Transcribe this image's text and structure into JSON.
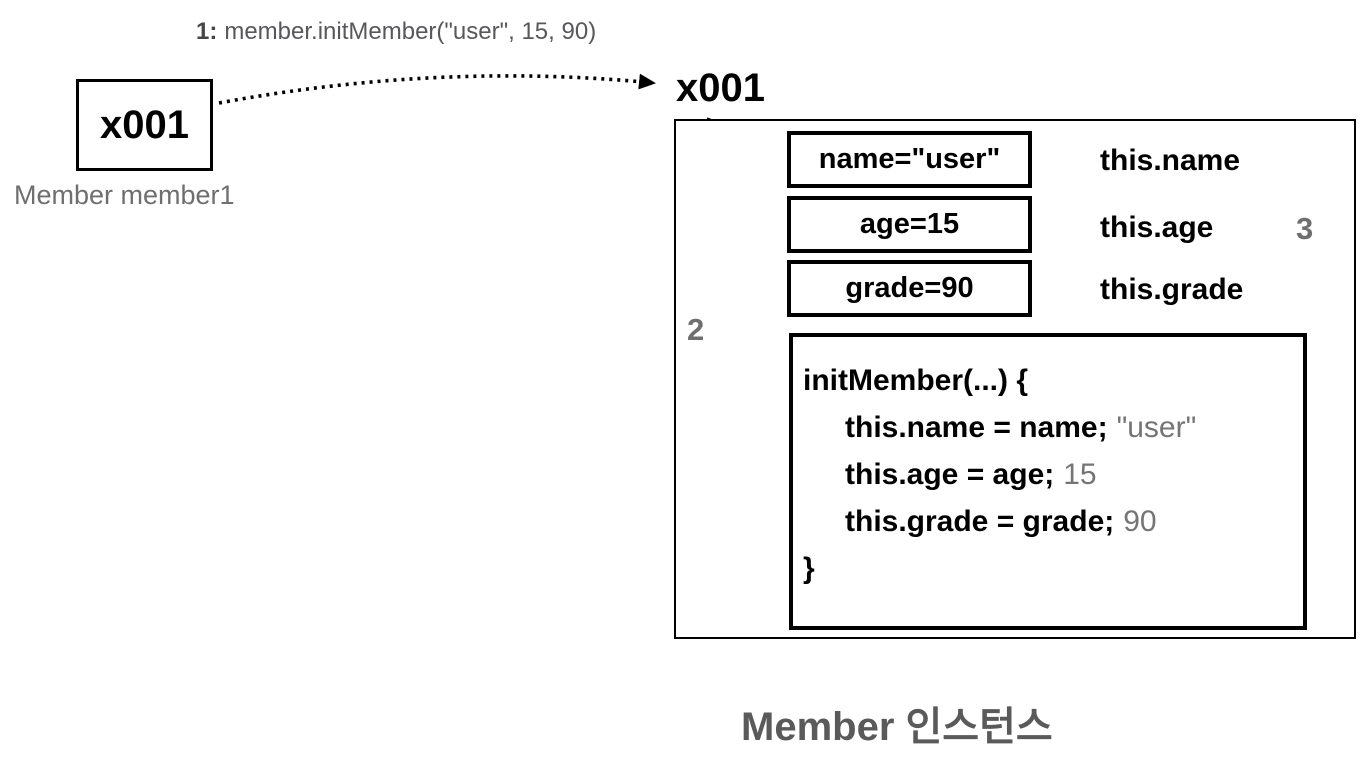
{
  "annotation": {
    "step": "1:",
    "call": "member.initMember(\"user\", 15, 90)"
  },
  "reference": {
    "address": "x001",
    "variable_label": "Member member1"
  },
  "instance": {
    "address": "x001",
    "fields": [
      {
        "label": "name=\"user\""
      },
      {
        "label": "age=15"
      },
      {
        "label": "grade=90"
      }
    ],
    "pointers": [
      "this.name",
      "this.age",
      "this.grade"
    ],
    "method": {
      "header": "initMember(...) {",
      "lines": [
        {
          "code": "this.name = name;",
          "value": "\"user\""
        },
        {
          "code": "this.age = age;",
          "value": "15"
        },
        {
          "code": "this.grade = grade;",
          "value": "90"
        }
      ],
      "footer": "}"
    }
  },
  "steps": {
    "two": "2",
    "three": "3"
  },
  "title": "Member 인스턴스",
  "colors": {
    "line": "#000000",
    "annotation_gray": "#58585b",
    "label_gray": "#6f6f6f",
    "value_gray": "#757575",
    "title_gray": "#5a5a5a",
    "background": "#ffffff"
  }
}
